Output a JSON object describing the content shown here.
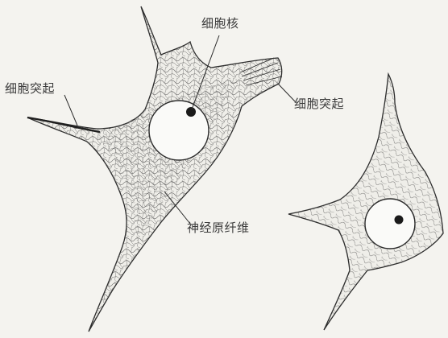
{
  "labels": {
    "nucleus": "细胞核",
    "left_process": "细胞突起",
    "right_process": "细胞突起",
    "neurofibril": "神经原纤维"
  },
  "colors": {
    "paper": "#f4f3ef",
    "ink": "#2b2b2b",
    "fibril": "#4a4a4a",
    "nucleus_fill": "#fafaf8",
    "nucleolus": "#1a1a1a"
  }
}
